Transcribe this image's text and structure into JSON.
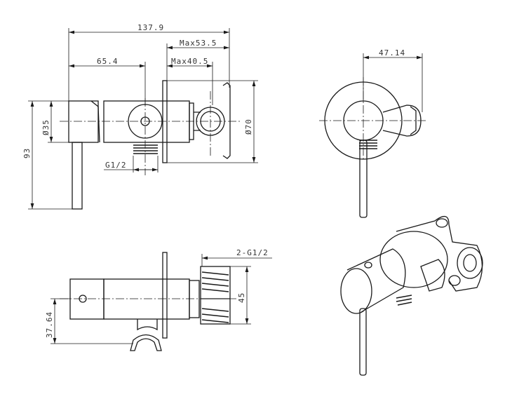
{
  "title": "Shower valve with handheld holder - technical drawing",
  "dimensions": {
    "overall_length": "137.9",
    "max_53": "Max53.5",
    "max_40": "Max40.5",
    "to_outlet": "65.4",
    "knob_diameter": "Ø35",
    "height": "93",
    "flange_diameter": "Ø70",
    "outlet_thread": "G1/2",
    "side_offset": "47.14",
    "inlet_threads": "2-G1/2",
    "inlet_height": "45",
    "lower_offset": "37.64"
  }
}
